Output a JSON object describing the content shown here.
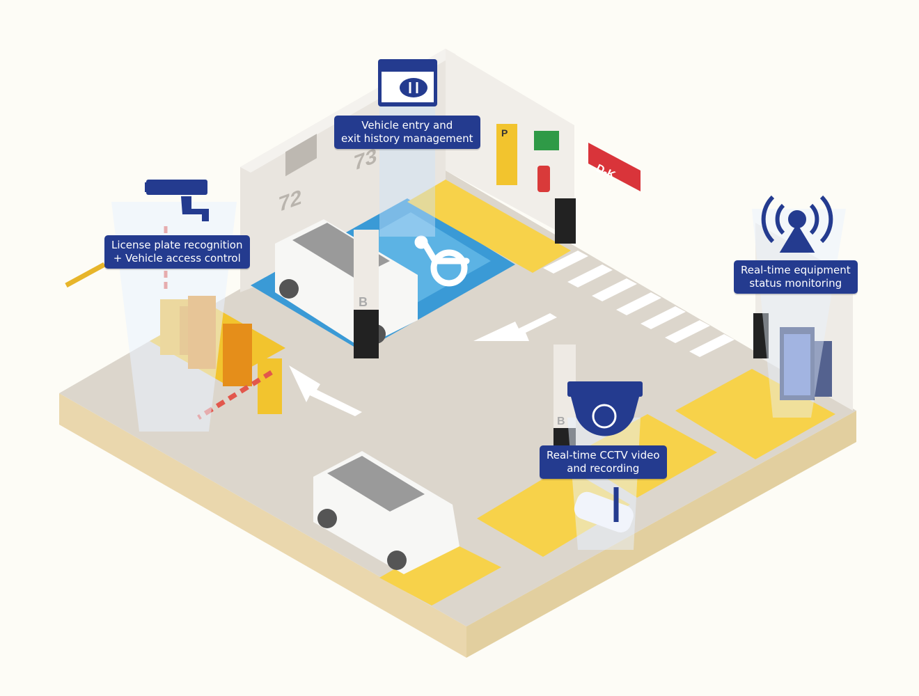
{
  "labels": {
    "license": {
      "line1": "License plate recognition",
      "line2": "+ Vehicle access control"
    },
    "history": {
      "line1": "Vehicle entry and",
      "line2": "exit history management"
    },
    "equipment": {
      "line1": "Real-time equipment",
      "line2": "status monitoring"
    },
    "cctv": {
      "line1": "Real-time CCTV video",
      "line2": "and recording"
    }
  },
  "spot_numbers": [
    "72",
    "73"
  ],
  "pillar_marks": [
    "B",
    "B"
  ],
  "direction_sign": "D-K",
  "kiosk_letter": "P",
  "colors": {
    "label_bg": "#243b8f",
    "floor": "#dcd6cc",
    "yellow": "#f7d24a",
    "blue_spot": "#3a9ad6",
    "wall": "#eae6e0"
  },
  "icons": [
    "cctv-camera-icon",
    "cloud-transfer-icon",
    "broadcast-icon",
    "dome-camera-icon"
  ]
}
